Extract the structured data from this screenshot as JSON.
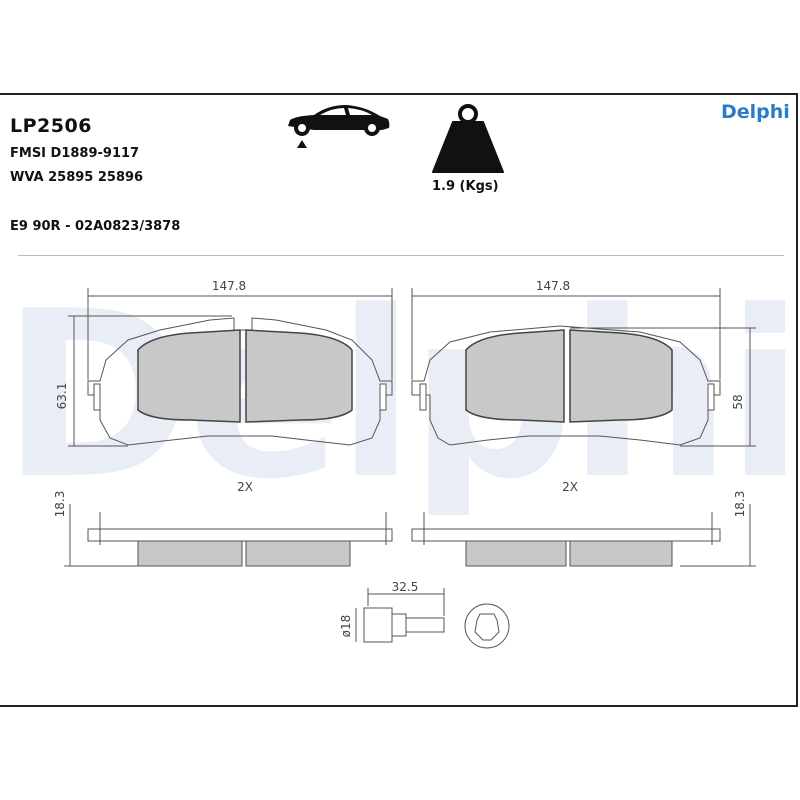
{
  "header": {
    "part_number": "LP2506",
    "fmsi": "FMSI D1889-9117",
    "wva": "WVA 25895 25896",
    "approval": "E9 90R - 02A0823/3878",
    "weight": "1.9 (Kgs)",
    "brand": "Delphi"
  },
  "icons": {
    "axle": "front-axle-car-icon",
    "weight": "weight-icon",
    "brand_logo": "delphi-logo"
  },
  "watermark_text": "Delphi",
  "drawing": {
    "left_pad": {
      "width": "147.8",
      "height": "63.1",
      "thickness": "18.3",
      "quantity": "2X"
    },
    "right_pad": {
      "width": "147.8",
      "height": "58",
      "thickness": "18.3",
      "quantity": "2X"
    },
    "bolt": {
      "length": "32.5",
      "diameter": "ø18"
    }
  },
  "colors": {
    "brand": "#2a7cc7",
    "pad_fill": "#c8c8c8",
    "watermark": "#e9eef6"
  }
}
